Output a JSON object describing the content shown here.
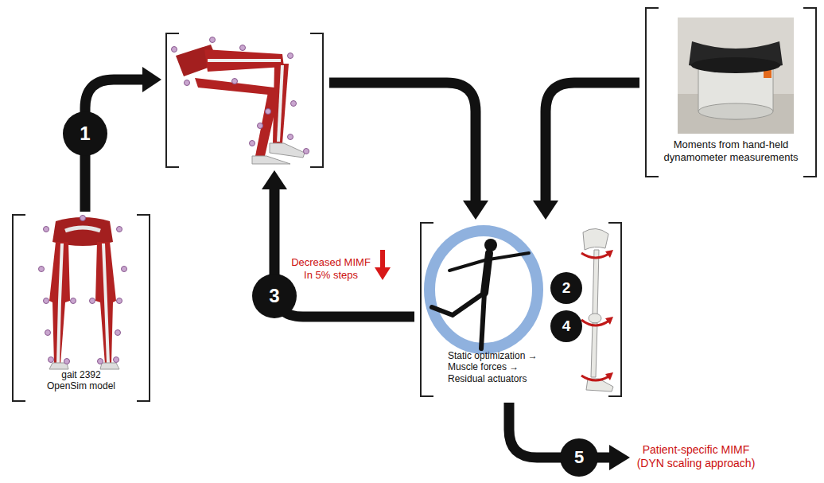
{
  "diagram": {
    "nodes": [
      {
        "text": [
          "gait 2392 OpenSim model"
        ]
      },
      {
        "text": []
      },
      {
        "text": [
          "Moments from hand-held dynamometer measurements"
        ]
      },
      {
        "text": [
          "Static optimization → Muscle forces → Residual actuators"
        ]
      }
    ],
    "edges": [
      {
        "from": 0,
        "to": 1,
        "arrow": "to"
      },
      {
        "from": 1,
        "to": 3,
        "arrow": "to"
      },
      {
        "from": 2,
        "to": 3,
        "arrow": "to"
      },
      {
        "from": 3,
        "to": 1,
        "arrow": "to"
      }
    ],
    "labels": [
      "1",
      "Decreased MIMF In 5% steps",
      "3",
      "2",
      "4",
      "5",
      "Patient-specific MIMF (DYN scaling approach)"
    ]
  }
}
